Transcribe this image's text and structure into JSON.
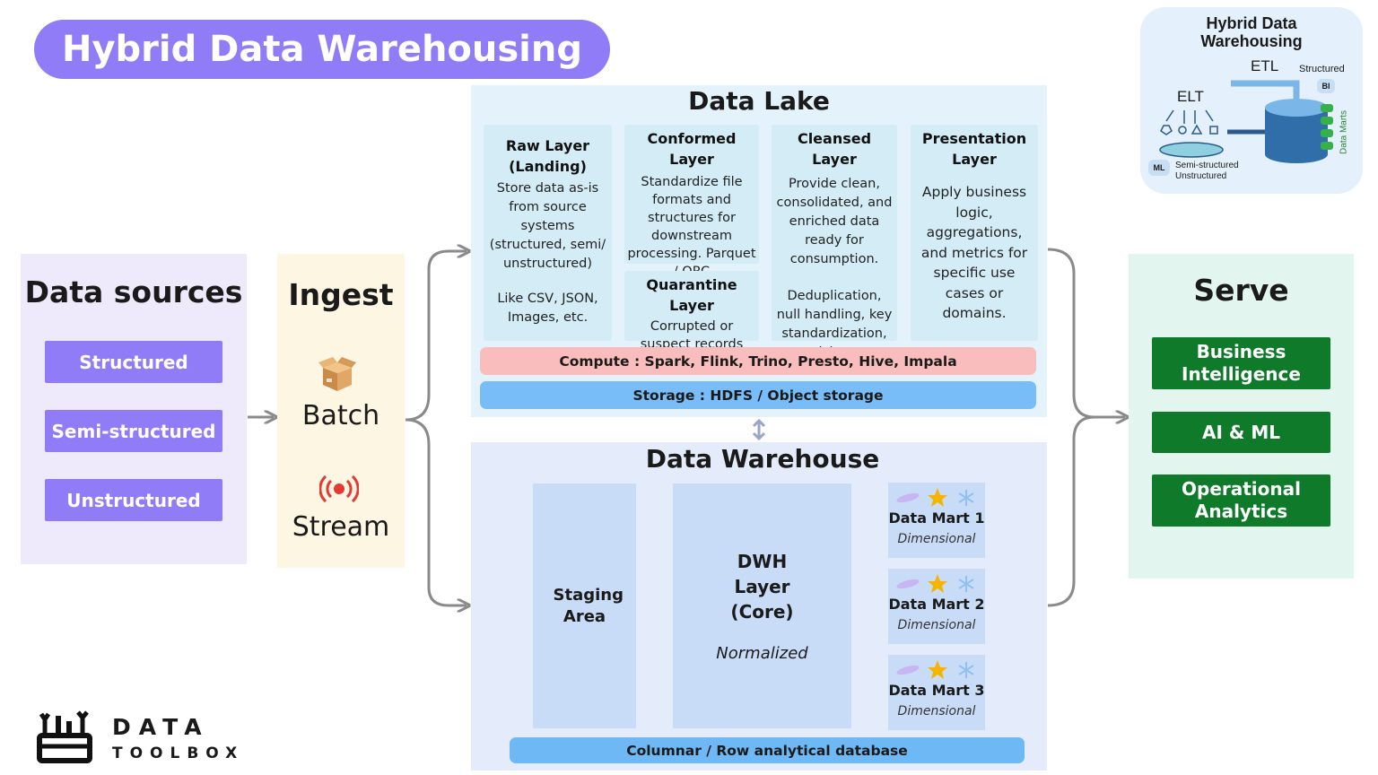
{
  "title": "Hybrid Data Warehousing",
  "sources": {
    "heading": "Data sources",
    "items": [
      "Structured",
      "Semi-structured",
      "Unstructured"
    ]
  },
  "ingest": {
    "heading": "Ingest",
    "batch": "Batch",
    "stream": "Stream"
  },
  "lake": {
    "heading": "Data Lake",
    "raw": {
      "title": "Raw Layer (Landing)",
      "desc": "Store data as-is from source systems (structured, semi/ unstructured)",
      "note": "Like CSV, JSON, Images, etc."
    },
    "conformed": {
      "title": "Conformed Layer",
      "desc": "Standardize file formats and structures for downstream processing. Parquet / ORC"
    },
    "quarantine": {
      "title": "Quarantine Layer",
      "desc": "Corrupted or suspect records"
    },
    "cleansed": {
      "title": "Cleansed Layer",
      "desc": "Provide clean, consolidated, and enriched data ready for consumption.",
      "note": "Deduplication, null handling, key standardization, enrichment"
    },
    "presentation": {
      "title": "Presentation Layer",
      "desc": "Apply business logic, aggregations, and metrics for specific use cases or domains."
    },
    "compute": "Compute : Spark, Flink, Trino, Presto, Hive, Impala",
    "storage": "Storage : HDFS / Object storage"
  },
  "dwh": {
    "heading": "Data Warehouse",
    "staging": "Staging Area",
    "core_title": "DWH Layer (Core)",
    "core_sub": "Normalized",
    "marts": [
      {
        "name": "Data Mart 1",
        "type": "Dimensional"
      },
      {
        "name": "Data Mart 2",
        "type": "Dimensional"
      },
      {
        "name": "Data Mart 3",
        "type": "Dimensional"
      }
    ],
    "db": "Columnar / Row analytical database"
  },
  "serve": {
    "heading": "Serve",
    "items": [
      "Business Intelligence",
      "AI & ML",
      "Operational Analytics"
    ]
  },
  "inset": {
    "title": "Hybrid Data Warehousing",
    "etl": "ETL",
    "elt": "ELT",
    "structured": "Structured",
    "bi": "BI",
    "ml": "ML",
    "semi": "Semi-structured",
    "unstructured": "Unstructured",
    "marts": "Data Marts"
  },
  "logo": {
    "line1": "DATA",
    "line2": "TOOLBOX"
  },
  "colors": {
    "accent_purple": "#8f7cf6",
    "serve_green": "#0f7a2a",
    "compute_pink": "#f9bdbd",
    "storage_blue": "#78bdf8",
    "db_blue": "#6db8f5"
  }
}
